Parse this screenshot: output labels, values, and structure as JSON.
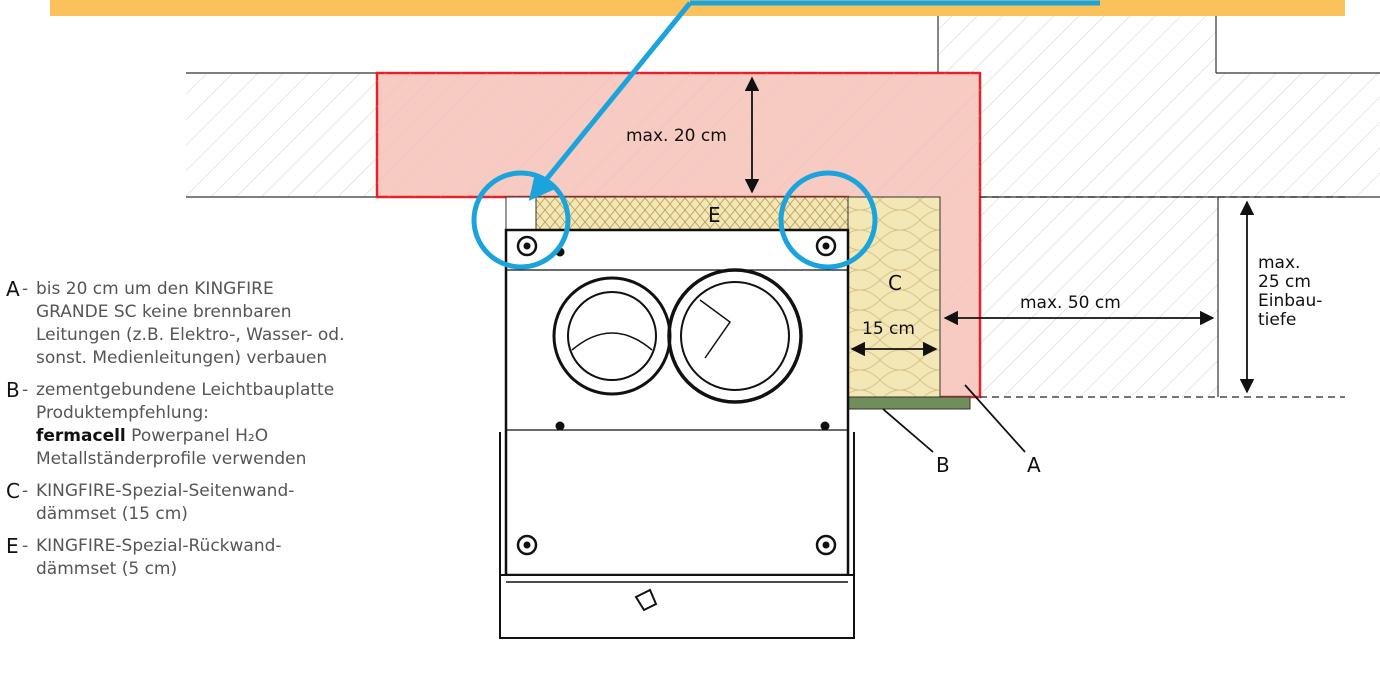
{
  "colors": {
    "banner": "#fbc25c",
    "zone_fill": "#f6c2b6",
    "zone_border": "#e2242a",
    "hatch": "#cfcfcf",
    "insulation": "#f3e7b6",
    "panel_green": "#6f8e5a",
    "callout_blue": "#1ba3dd"
  },
  "labels": {
    "max_20": "max. 20 cm",
    "max_50": "max. 50 cm",
    "cm_15": "15 cm",
    "depth_line1": "max.",
    "depth_line2": "25 cm",
    "depth_line3": "Einbau-",
    "depth_line4": "tiefe",
    "letter_e": "E",
    "letter_c": "C",
    "letter_a": "A",
    "letter_b": "B"
  },
  "legend": {
    "separator": "-",
    "items": [
      {
        "key": "A",
        "lines": [
          "bis 20 cm um den KINGFIRE",
          "GRANDE SC keine brennbaren",
          "Leitungen (z.B. Elektro-, Wasser- od.",
          "sonst. Medienleitungen) verbauen"
        ]
      },
      {
        "key": "B",
        "lines": [
          "zementgebundene Leichtbauplatte",
          "Produktempfehlung:"
        ],
        "brand": "fermacell",
        "product": "Powerpanel H₂O",
        "tail": "Metallständerprofile verwenden"
      },
      {
        "key": "C",
        "lines": [
          "KINGFIRE-Spezial-Seitenwand-",
          "dämmset (15 cm)"
        ]
      },
      {
        "key": "E",
        "lines": [
          "KINGFIRE-Spezial-Rückwand-",
          "dämmset (5 cm)"
        ]
      }
    ]
  }
}
